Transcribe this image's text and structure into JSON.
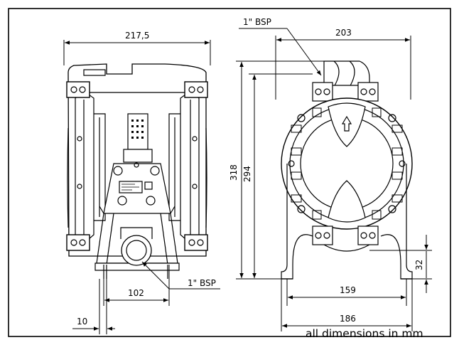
{
  "drawing": {
    "left_view": {
      "width_dim": "217,5",
      "port_label": "1\" BSP",
      "port_spacing_dim": "102",
      "foot_dim": "10"
    },
    "right_view": {
      "width_dim": "203",
      "port_label": "1\" BSP",
      "height_dim": "318",
      "port_height_dim": "294",
      "base_height_dim": "32",
      "foot_span_inner_dim": "159",
      "foot_span_outer_dim": "186"
    },
    "units_note": "all dimensions in mm"
  }
}
